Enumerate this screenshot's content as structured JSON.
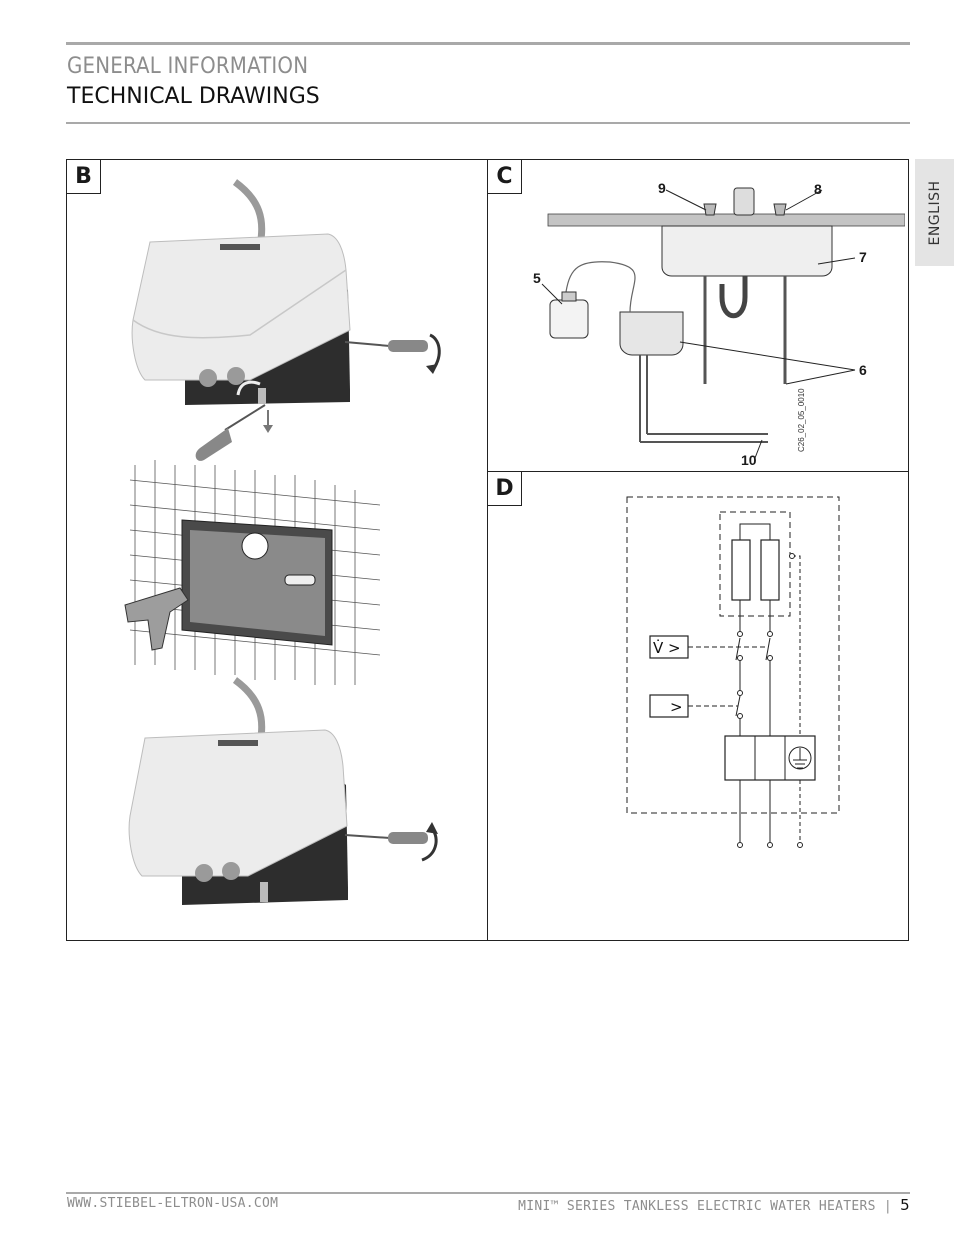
{
  "header": {
    "section": "GENERAL INFORMATION",
    "title": "TECHNICAL DRAWINGS"
  },
  "language_tab": "ENGLISH",
  "panels": {
    "b": {
      "letter": "B"
    },
    "c": {
      "letter": "C",
      "callouts": {
        "five": "5",
        "six": "6",
        "seven": "7",
        "eight": "8",
        "nine": "9",
        "ten": "10"
      },
      "figure_code": "C26_02_05_0010"
    },
    "d": {
      "letter": "D",
      "flow_symbol": "V̇ >",
      "temp_symbol": ">"
    }
  },
  "footer": {
    "website": "WWW.STIEBEL-ELTRON-USA.COM",
    "product": "MINI™ SERIES TANKLESS ELECTRIC WATER HEATERS",
    "separator": "|",
    "page": "5"
  },
  "colors": {
    "rule": "#a9a9a9",
    "muted_text": "#8d8d8d",
    "tab_bg": "#e4e4e4"
  }
}
